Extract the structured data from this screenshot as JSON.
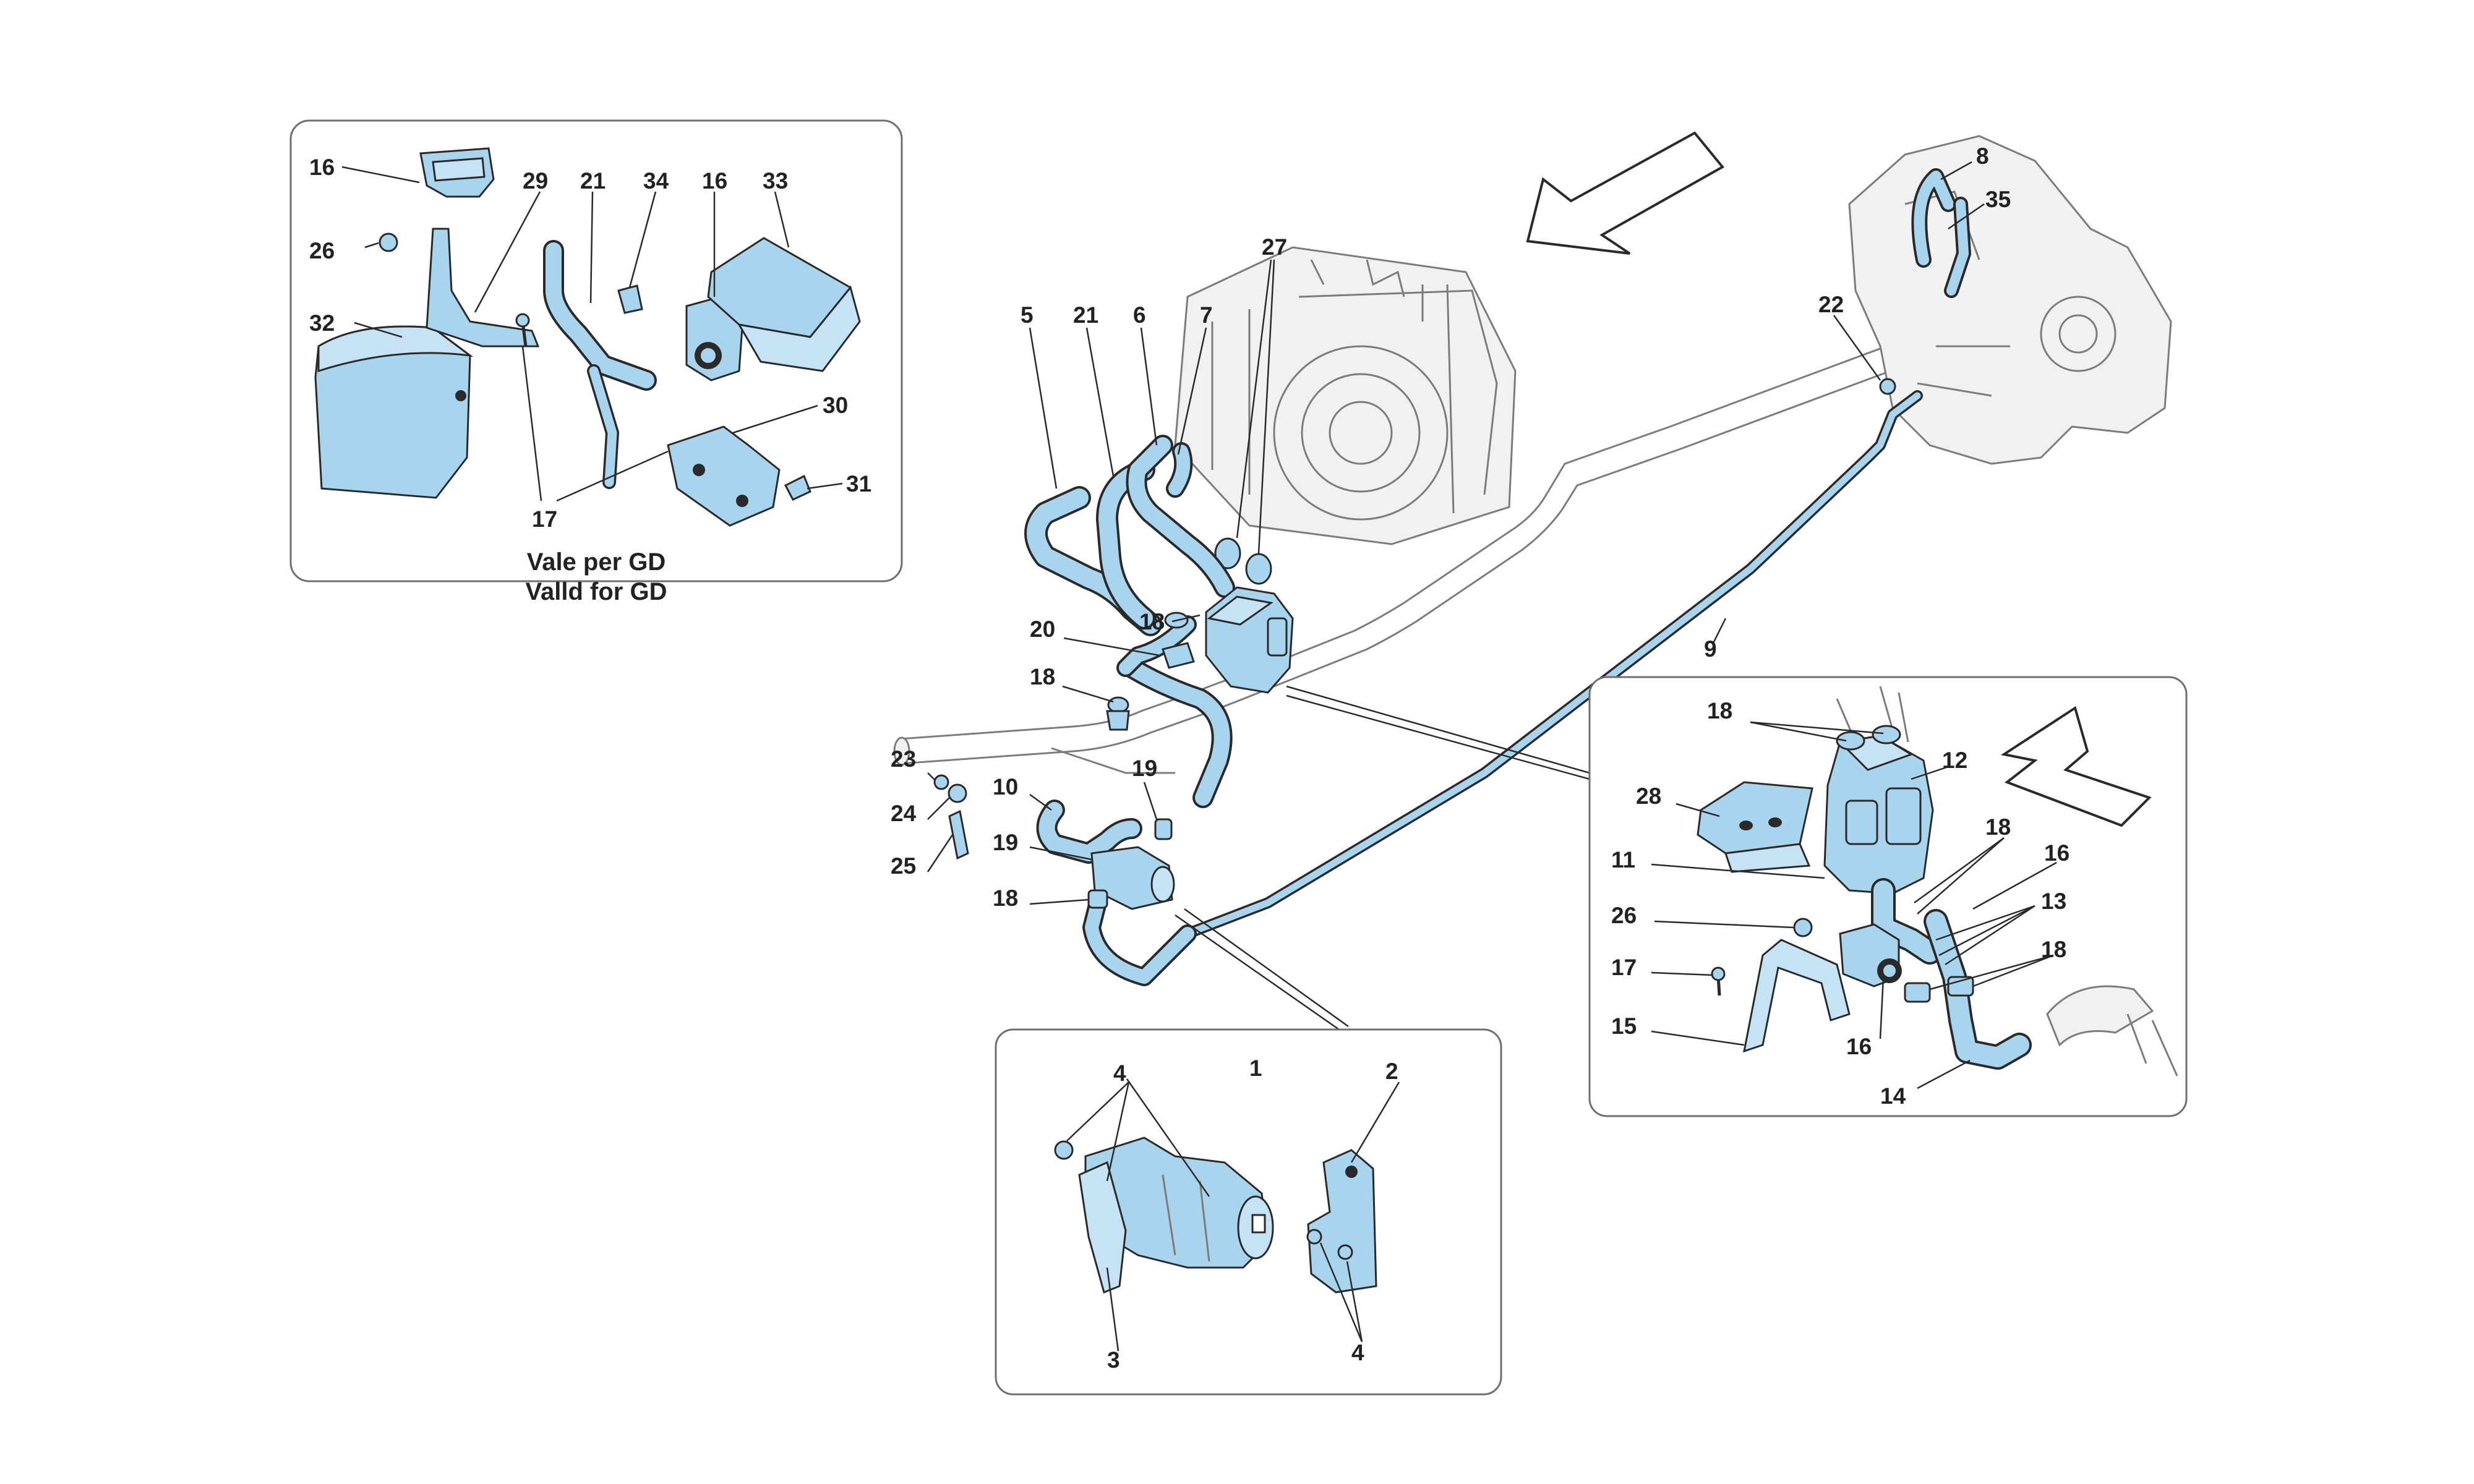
{
  "colors": {
    "part_fill": "#a8d4ee",
    "part_light": "#c5e3f4",
    "outline": "#2a2a2a",
    "panel_border": "#6f6f6f",
    "background": "#ffffff"
  },
  "inset_gd": {
    "caption_line1": "Vale per GD",
    "caption_line2": "Valld for GD",
    "callouts": [
      "16",
      "29",
      "21",
      "34",
      "16",
      "33",
      "26",
      "32",
      "30",
      "17",
      "31"
    ]
  },
  "main": {
    "callouts": [
      "27",
      "5",
      "21",
      "6",
      "7",
      "8",
      "35",
      "22",
      "18",
      "20",
      "18",
      "9",
      "23",
      "10",
      "19",
      "24",
      "25",
      "19",
      "18"
    ]
  },
  "inset_valve": {
    "callouts": [
      "18",
      "12",
      "28",
      "11",
      "18",
      "16",
      "26",
      "13",
      "18",
      "17",
      "15",
      "16",
      "14"
    ]
  },
  "inset_pump": {
    "callouts": [
      "4",
      "1",
      "2",
      "3",
      "4"
    ]
  }
}
